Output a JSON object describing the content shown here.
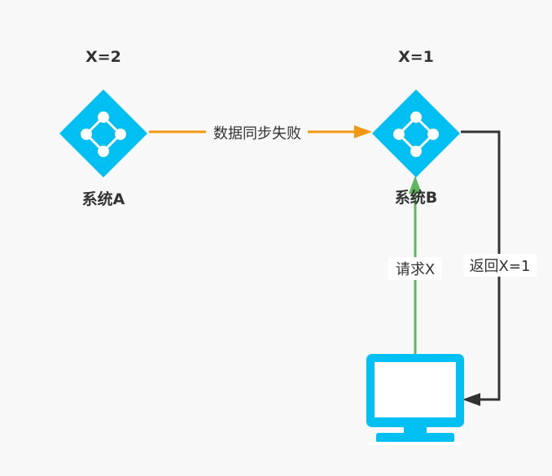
{
  "colors": {
    "background": "#f8f8f8",
    "node": "#00bff3",
    "orange_edge": "#f29711",
    "green_edge": "#5cb85c",
    "dark_edge": "#333333",
    "text": "#333333"
  },
  "nodes": {
    "system_a": {
      "name": "系统A",
      "value_label": "X=2",
      "icon": "network-node-icon"
    },
    "system_b": {
      "name": "系统B",
      "value_label": "X=1",
      "icon": "network-node-icon"
    },
    "client": {
      "icon": "computer-monitor-icon"
    }
  },
  "edges": {
    "sync": {
      "label": "数据同步失败",
      "from": "系统A",
      "to": "系统B"
    },
    "request": {
      "label": "请求X",
      "from": "client",
      "to": "系统B"
    },
    "response": {
      "label": "返回X=1",
      "from": "系统B",
      "to": "client"
    }
  }
}
